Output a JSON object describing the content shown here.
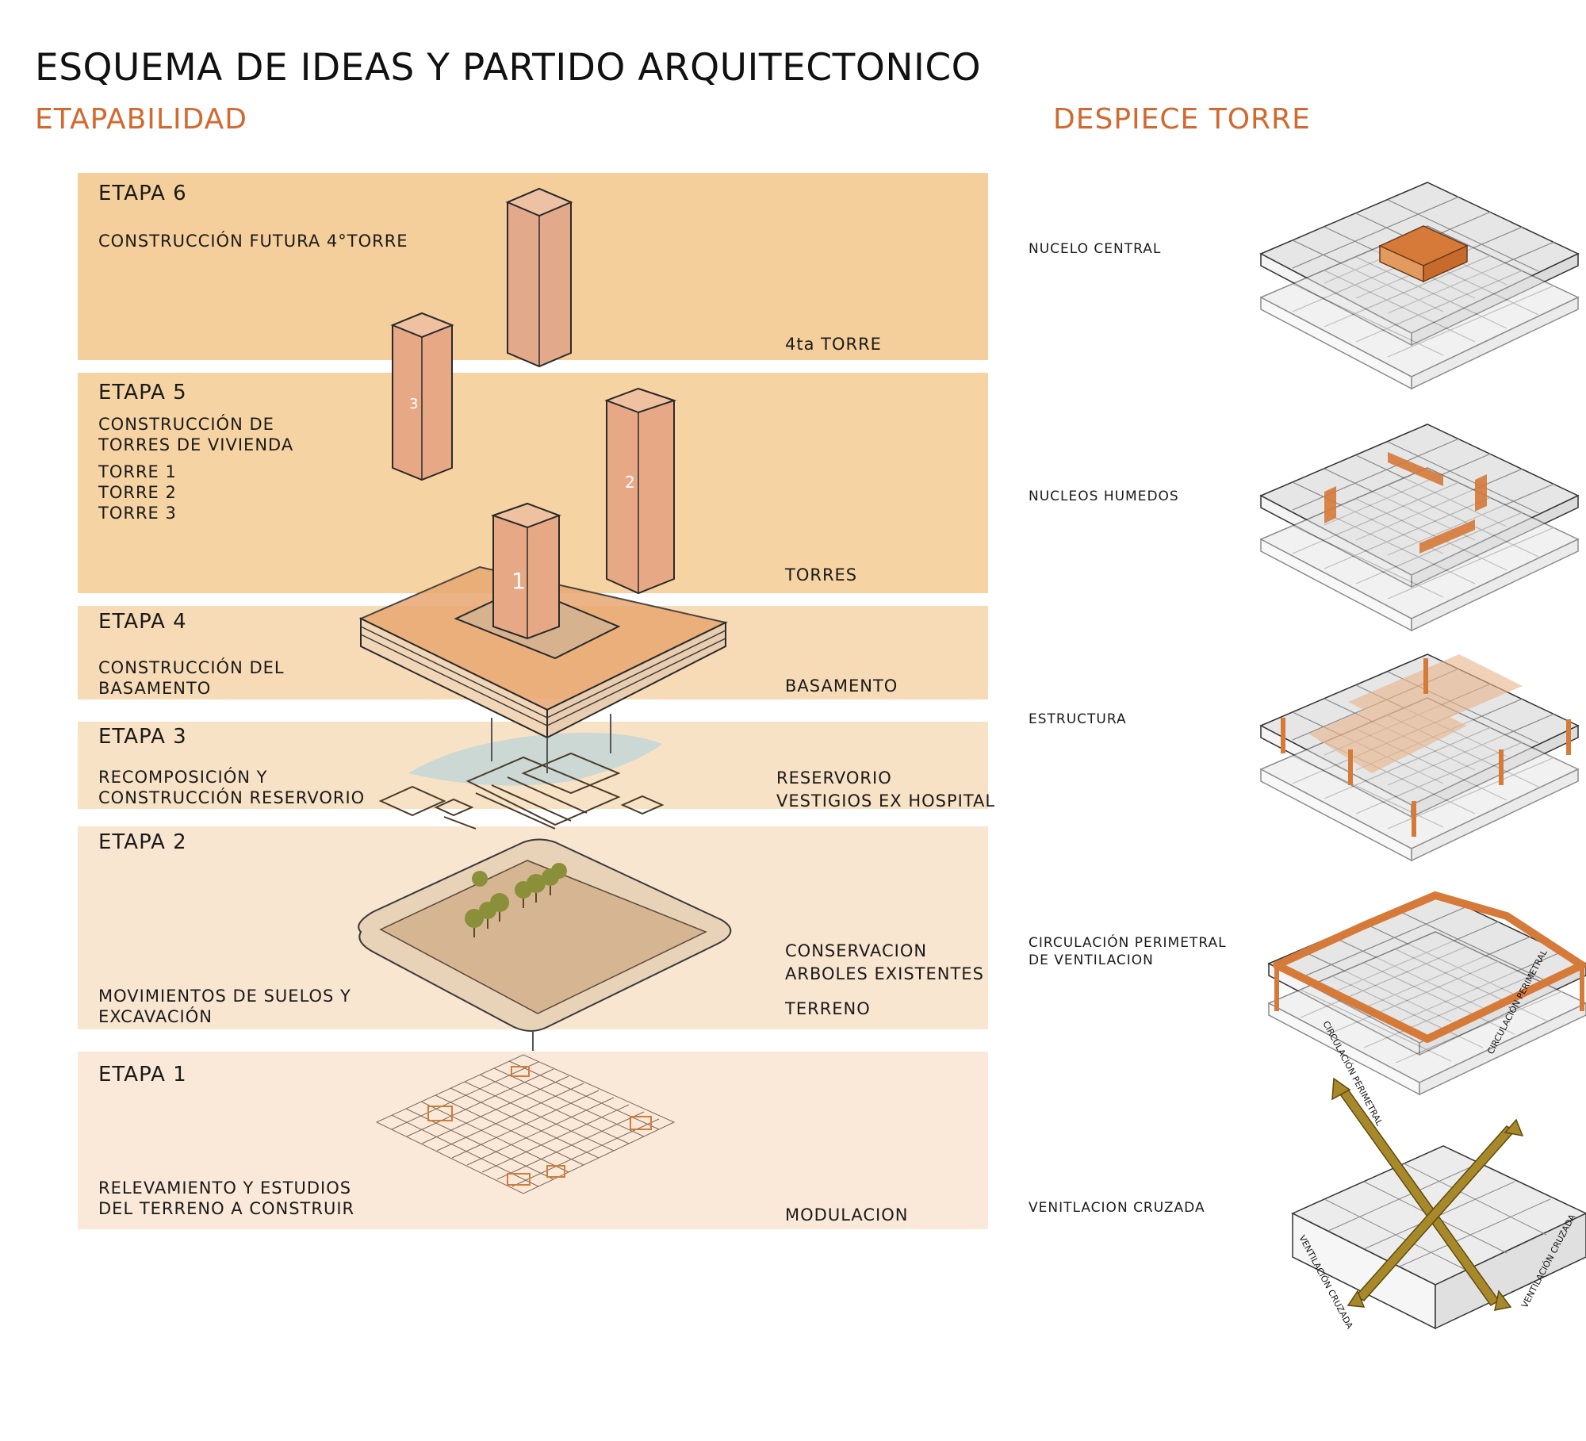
{
  "title": "ESQUEMA  DE IDEAS Y PARTIDO ARQUITECTONICO",
  "subtitles": {
    "left": "ETAPABILIDAD",
    "right": "DESPIECE TORRE"
  },
  "colors": {
    "accent": "#d2692f",
    "band_strong": "#f5cf9b",
    "band_light": "#f8e4cb",
    "band_lightest": "#fae9d8",
    "orange_wall": "#d67a3a",
    "gold_arrow": "#a8892a"
  },
  "stages": [
    {
      "title": "ETAPA 6",
      "description": "CONSTRUCCIÓN FUTURA 4°TORRE",
      "label": "4ta TORRE"
    },
    {
      "title": "ETAPA 5",
      "description": "CONSTRUCCIÓN DE\nTORRES DE VIVIENDA",
      "towers": "TORRE 1\nTORRE 2\nTORRE 3",
      "label": "TORRES"
    },
    {
      "title": "ETAPA 4",
      "description": "CONSTRUCCIÓN DEL\nBASAMENTO",
      "label": "BASAMENTO"
    },
    {
      "title": "ETAPA 3",
      "description": "RECOMPOSICIÓN Y\nCONSTRUCCIÓN RESERVORIO",
      "label": "RESERVORIO\nVESTIGIOS EX HOSPITAL"
    },
    {
      "title": "ETAPA 2",
      "description": "MOVIMIENTOS DE SUELOS Y\nEXCAVACIÓN",
      "label": "CONSERVACION\nARBOLES EXISTENTES",
      "label2": "TERRENO"
    },
    {
      "title": "ETAPA 1",
      "description": "RELEVAMIENTO Y ESTUDIOS\nDEL TERRENO A CONSTRUIR",
      "label": "MODULACION"
    }
  ],
  "tower_numbers": [
    "1",
    "2",
    "3"
  ],
  "despiece": [
    {
      "label": "NUCELO CENTRAL"
    },
    {
      "label": "NUCLEOS HUMEDOS"
    },
    {
      "label": "ESTRUCTURA"
    },
    {
      "label": "CIRCULACIÓN   PERIMETRAL\nDE VENTILACION",
      "annot_left": "CIRCULACIÓN\nPERIMETRAL",
      "annot_right": "CIRCULACIÓN\nPERIMETRAL"
    },
    {
      "label": "VENITLACION CRUZADA",
      "annot_left": "VENTILACIÓN\nCRUZADA",
      "annot_right": "VENTILACIÓN\nCRUZADA"
    }
  ]
}
